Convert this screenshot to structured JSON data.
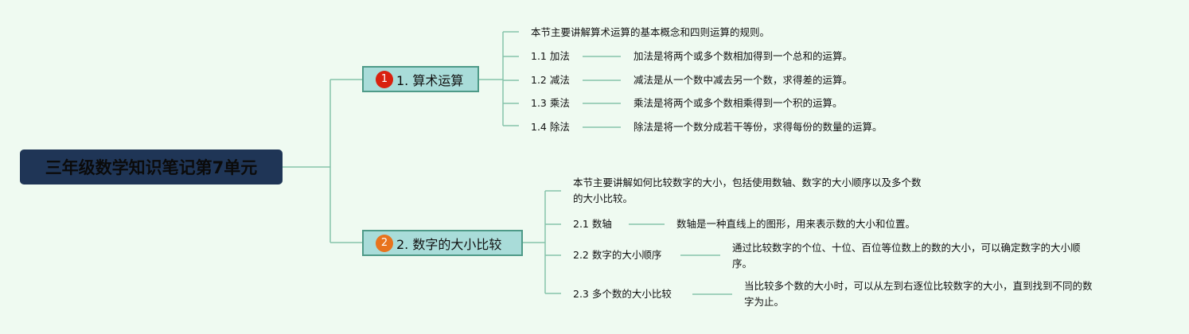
{
  "root": {
    "title": "三年级数学知识笔记第7单元"
  },
  "branches": [
    {
      "badge": "1",
      "badge_color": "#d9210f",
      "label": "1. 算术运算",
      "intro": "本节主要讲解算术运算的基本概念和四则运算的规则。",
      "items": [
        {
          "label": "1.1 加法",
          "desc": "加法是将两个或多个数相加得到一个总和的运算。"
        },
        {
          "label": "1.2 减法",
          "desc": "减法是从一个数中减去另一个数，求得差的运算。"
        },
        {
          "label": "1.3 乘法",
          "desc": "乘法是将两个或多个数相乘得到一个积的运算。"
        },
        {
          "label": "1.4 除法",
          "desc": "除法是将一个数分成若干等份，求得每份的数量的运算。"
        }
      ]
    },
    {
      "badge": "2",
      "badge_color": "#e8731d",
      "label": "2. 数字的大小比较",
      "intro_line1": "本节主要讲解如何比较数字的大小，包括使用数轴、数字的大小顺序以及多个数",
      "intro_line2": "的大小比较。",
      "items": [
        {
          "label": "2.1 数轴",
          "desc": "数轴是一种直线上的图形，用来表示数的大小和位置。"
        },
        {
          "label": "2.2 数字的大小顺序",
          "desc_line1": "通过比较数字的个位、十位、百位等位数上的数的大小，可以确定数字的大小顺",
          "desc_line2": "序。"
        },
        {
          "label": "2.3 多个数的大小比较",
          "desc_line1": "当比较多个数的大小时，可以从左到右逐位比较数字的大小，直到找到不同的数",
          "desc_line2": "字为止。"
        }
      ]
    }
  ]
}
